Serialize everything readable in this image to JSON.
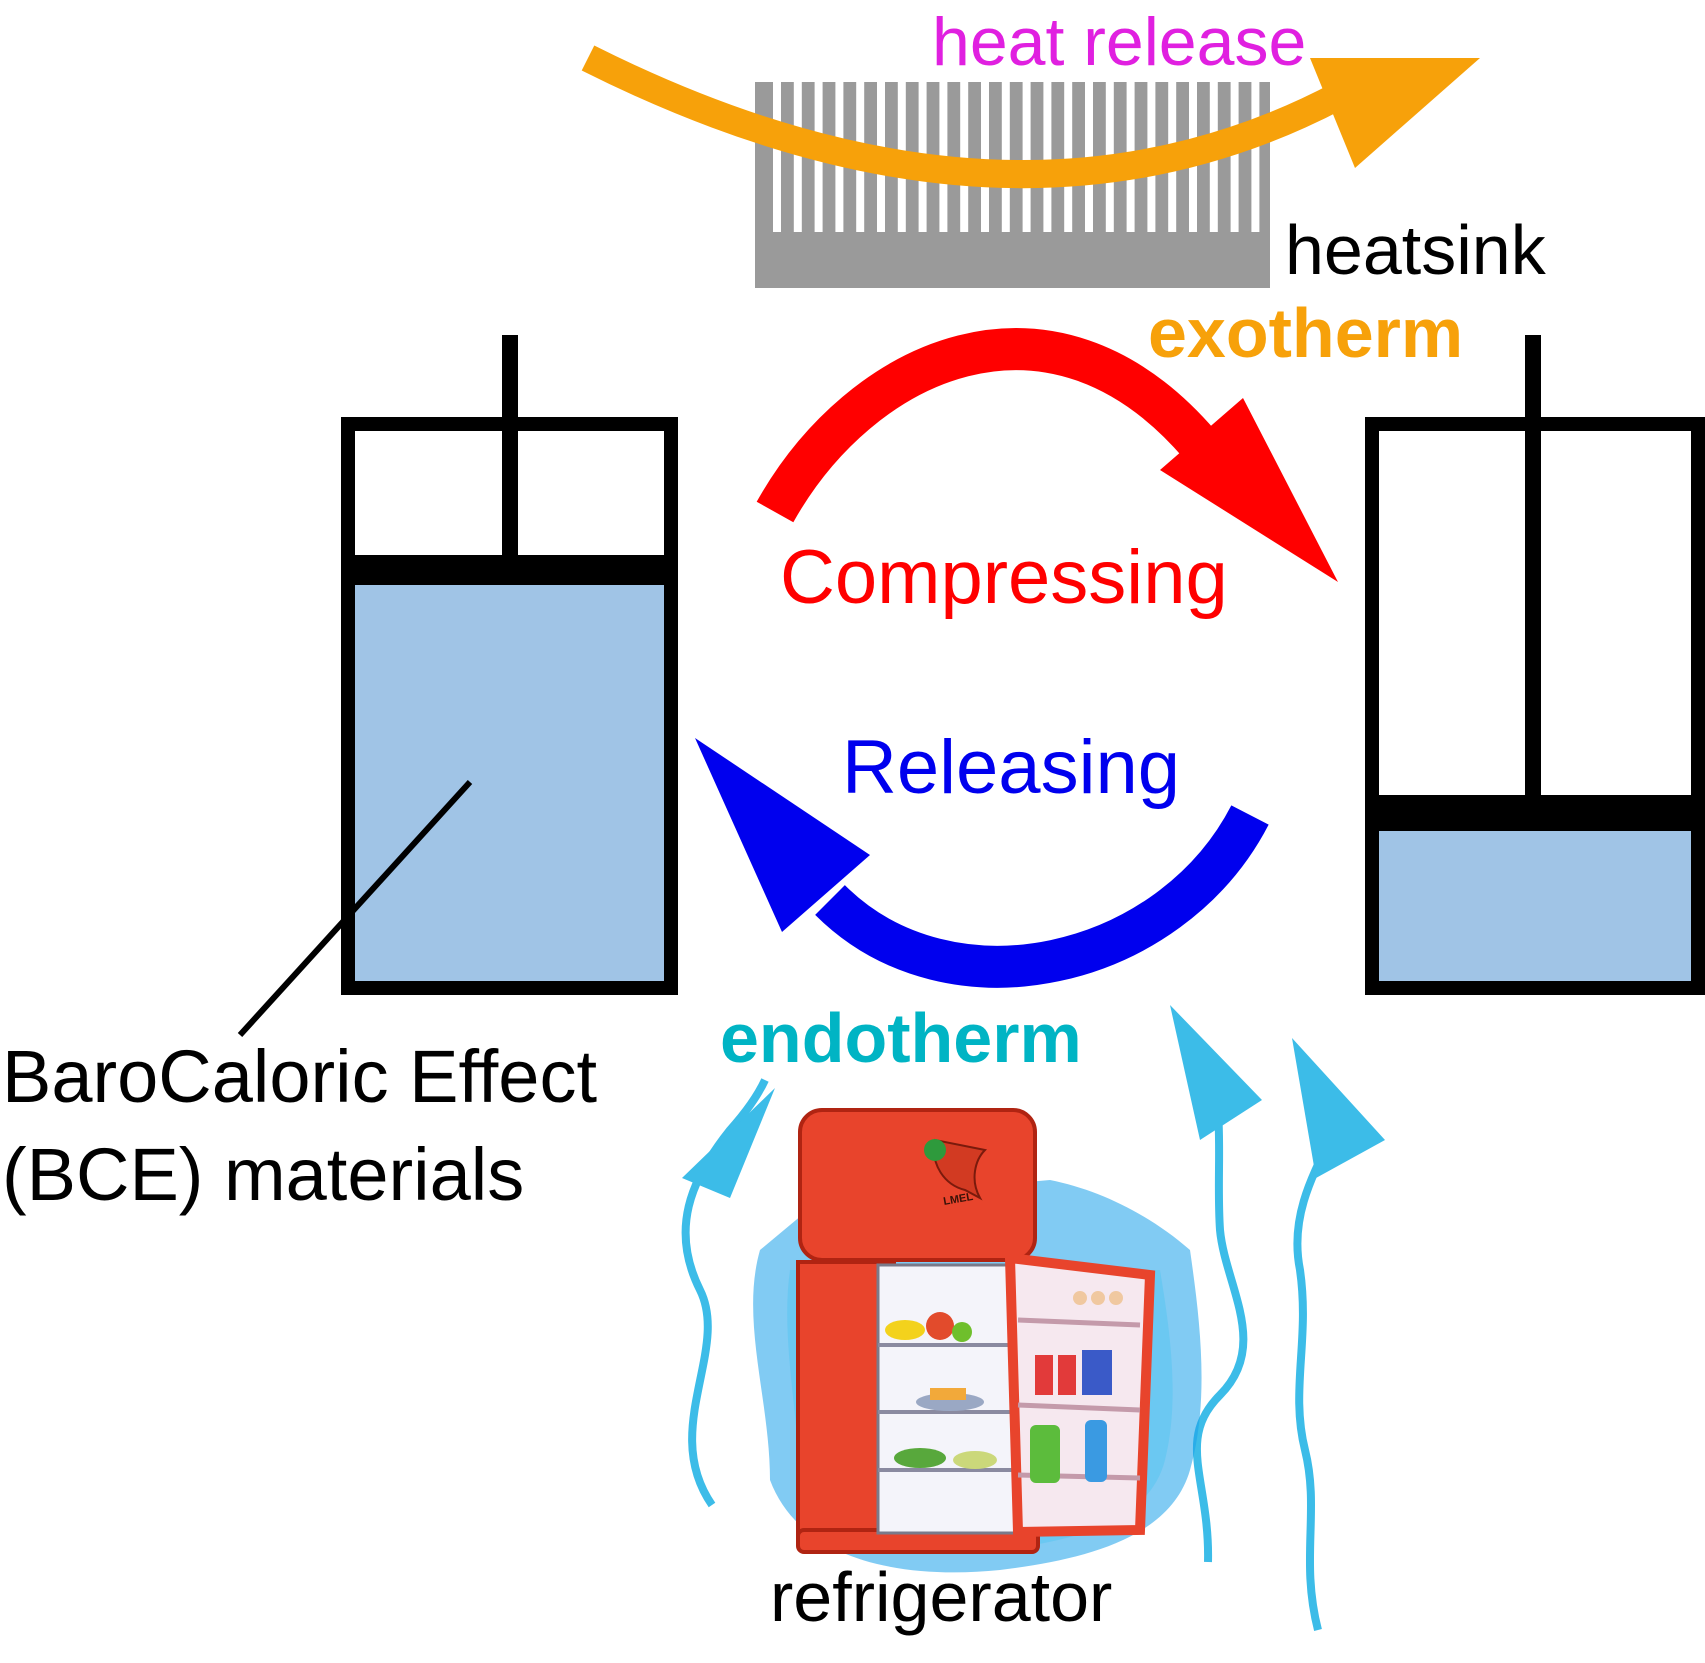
{
  "labels": {
    "heat_release": "heat release",
    "heatsink": "heatsink",
    "exotherm": "exotherm",
    "compressing": "Compressing",
    "releasing": "Releasing",
    "endotherm": "endotherm",
    "material_line1": "BaroCaloric Effect",
    "material_line2": "(BCE) materials",
    "refrigerator": "refrigerator",
    "fridge_magnet": "LMEL"
  },
  "colors": {
    "heat_release": "#e020e0",
    "heat_arrow": "#f7a10a",
    "heatsink_fill": "#9a9a9a",
    "exotherm": "#f7a10a",
    "compressing": "#ff0000",
    "releasing": "#0000ee",
    "endotherm": "#00b4c4",
    "wavy_arrows": "#3cbce8",
    "bce_material": "#a0c4e6",
    "cylinder_outline": "#000000",
    "fridge_body": "#e8442c",
    "text": "#000000"
  },
  "icons": {
    "heatsink": "heatsink-icon",
    "refrigerator": "refrigerator-icon"
  }
}
